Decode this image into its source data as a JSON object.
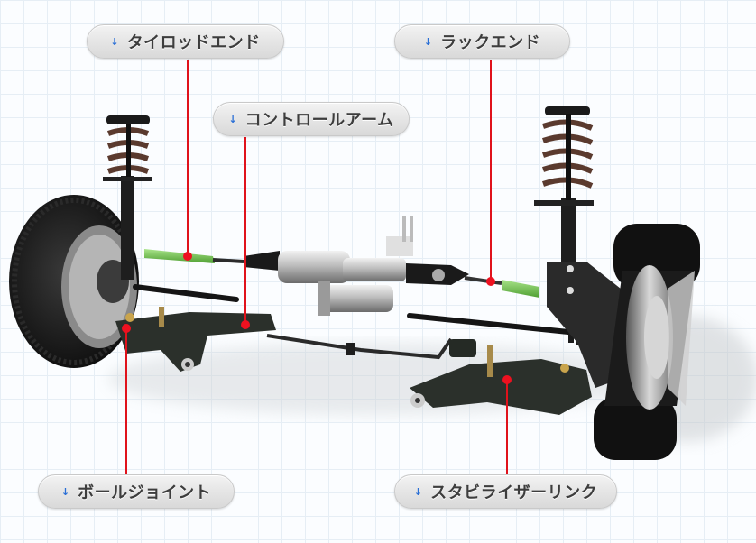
{
  "diagram": {
    "subject": "front suspension and steering assembly",
    "colors": {
      "leader_line": "#e0121b",
      "marker_dot": "#ee1120",
      "pill_text": "#3d3d3d",
      "arrow": "#2a6fd6",
      "highlight_part": "#7dcc55",
      "grid": "#e6eef5"
    },
    "labels": [
      {
        "id": "tie_rod_end",
        "text": "タイロッドエンド",
        "arrow_icon": "↓"
      },
      {
        "id": "rack_end",
        "text": "ラックエンド",
        "arrow_icon": "↓"
      },
      {
        "id": "control_arm",
        "text": "コントロールアーム",
        "arrow_icon": "↓"
      },
      {
        "id": "ball_joint",
        "text": "ボールジョイント",
        "arrow_icon": "↓"
      },
      {
        "id": "stabilizer_link",
        "text": "スタビライザーリンク",
        "arrow_icon": "↓"
      }
    ]
  }
}
